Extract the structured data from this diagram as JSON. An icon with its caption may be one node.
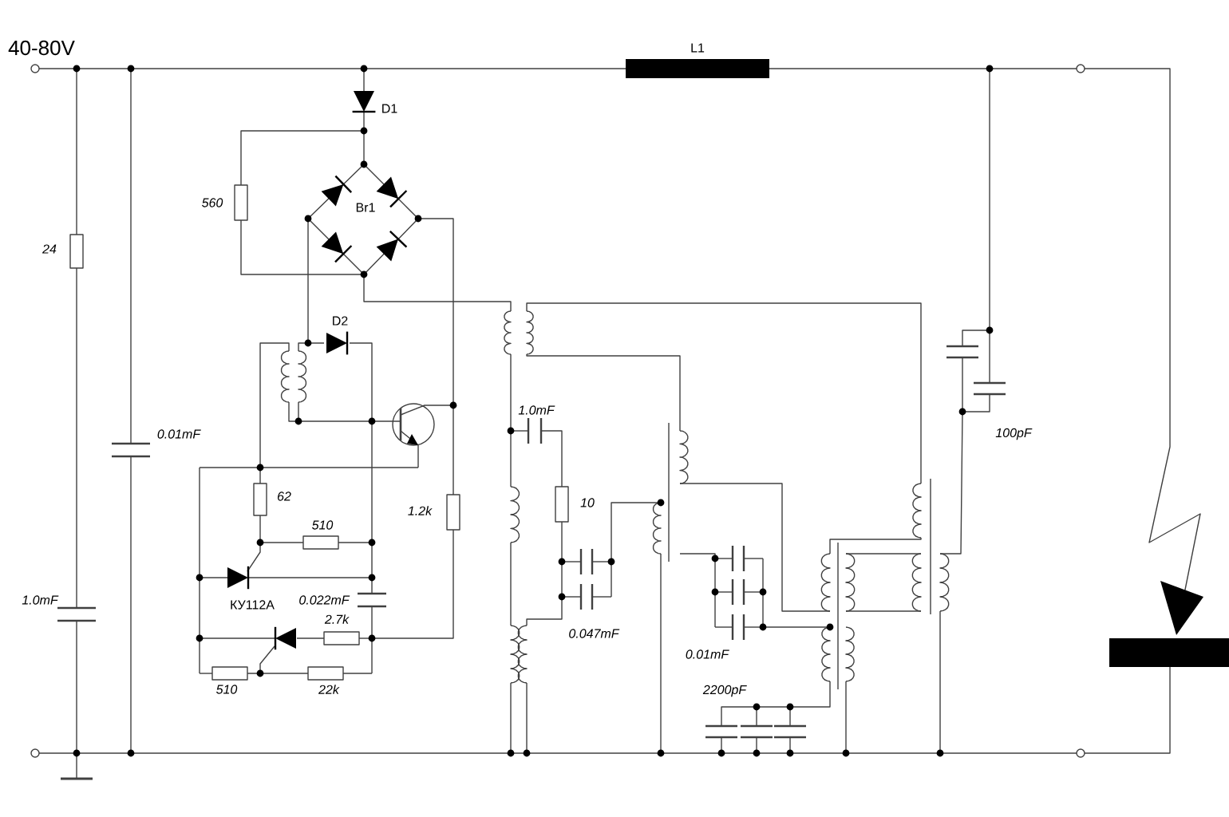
{
  "diagram": {
    "labels": [
      "40-80V",
      "L1",
      "D1",
      "560",
      "Br1",
      "24",
      "D2",
      "0.01mF",
      "1.0mF",
      "100pF",
      "62",
      "10",
      "510",
      "1.2k",
      "1.0mF",
      "КУ112А",
      "0.022mF",
      "2.7k",
      "0.047mF",
      "0.01mF",
      "510",
      "22k",
      "2200pF"
    ]
  }
}
